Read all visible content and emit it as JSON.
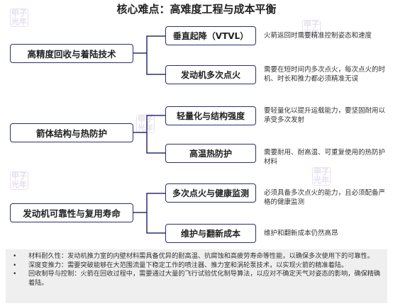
{
  "title": "核心难点：高难度工程与成本平衡",
  "categories": [
    "高精度回收与着陆技术",
    "箭体结构与热防护",
    "发动机可靠性与复用寿命"
  ],
  "subs": [
    {
      "label": "垂直起降（VTVL）",
      "desc": "火箭返回时需要精准控制姿态和速度"
    },
    {
      "label": "发动机多次点火",
      "desc": "需要在短时间内多次点火，每次点火的时机、时长和推力都必须精准无误"
    },
    {
      "label": "轻量化与结构强度",
      "desc": "要轻量化以提升运载能力，要坚固耐用以承受多次发射"
    },
    {
      "label": "高温热防护",
      "desc": "需要耐用、耐高温、可重复使用的热防护材料"
    },
    {
      "label": "多次点火与健康监测",
      "desc": "必须具备多次点火的能力，且必须配备严格的健康监测"
    },
    {
      "label": "维护与翻新成本",
      "desc": "维护和翻新成本仍然高昂"
    }
  ],
  "notes": [
    "材料耐久性：发动机推力室的内壁材料需具备优异的耐高温、抗腐蚀和高疲劳寿命等性能，以确保多次使用下的可靠性。",
    "深度变推力：需要突破能够在大范围流量下稳定工作的喷注器、推力室和涡轮泵技术，以实现火箭的精准着陆。",
    "回收制导与控制：火箭在回收过程中，需要通过大量的飞行试验优化制导算法，以应对不确定天气对姿态的影响，确保精确着陆。"
  ],
  "bullet": "•",
  "watermark": "甲子光年",
  "colors": {
    "box_border": "#2b2e74",
    "connector": "#2b2e74",
    "notes_bg": "#efefef"
  }
}
